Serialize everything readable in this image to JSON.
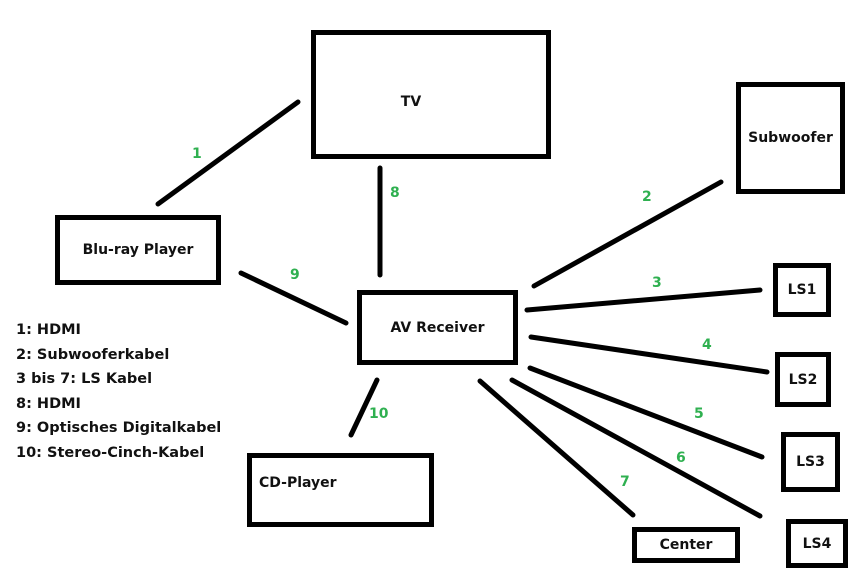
{
  "devices": {
    "tv": "TV",
    "subwoofer": "Subwoofer",
    "bluray": "Blu-ray Player",
    "receiver": "AV Receiver",
    "cd": "CD-Player",
    "ls1": "LS1",
    "ls2": "LS2",
    "ls3": "LS3",
    "ls4": "LS4",
    "center": "Center"
  },
  "connections": [
    {
      "label": "1",
      "from": "Blu-ray Player",
      "to": "TV"
    },
    {
      "label": "2",
      "from": "AV Receiver",
      "to": "Subwoofer"
    },
    {
      "label": "3",
      "from": "AV Receiver",
      "to": "LS1"
    },
    {
      "label": "4",
      "from": "AV Receiver",
      "to": "LS2"
    },
    {
      "label": "5",
      "from": "AV Receiver",
      "to": "LS3"
    },
    {
      "label": "6",
      "from": "AV Receiver",
      "to": "LS4"
    },
    {
      "label": "7",
      "from": "AV Receiver",
      "to": "Center"
    },
    {
      "label": "8",
      "from": "TV",
      "to": "AV Receiver"
    },
    {
      "label": "9",
      "from": "Blu-ray Player",
      "to": "AV Receiver"
    },
    {
      "label": "10",
      "from": "CD-Player",
      "to": "AV Receiver"
    }
  ],
  "legend": [
    "1: HDMI",
    "2: Subwooferkabel",
    "3 bis 7: LS Kabel",
    "8: HDMI",
    "9: Optisches Digitalkabel",
    "10: Stereo-Cinch-Kabel"
  ],
  "colors": {
    "label_green": "#2fb050",
    "line": "#000000"
  }
}
